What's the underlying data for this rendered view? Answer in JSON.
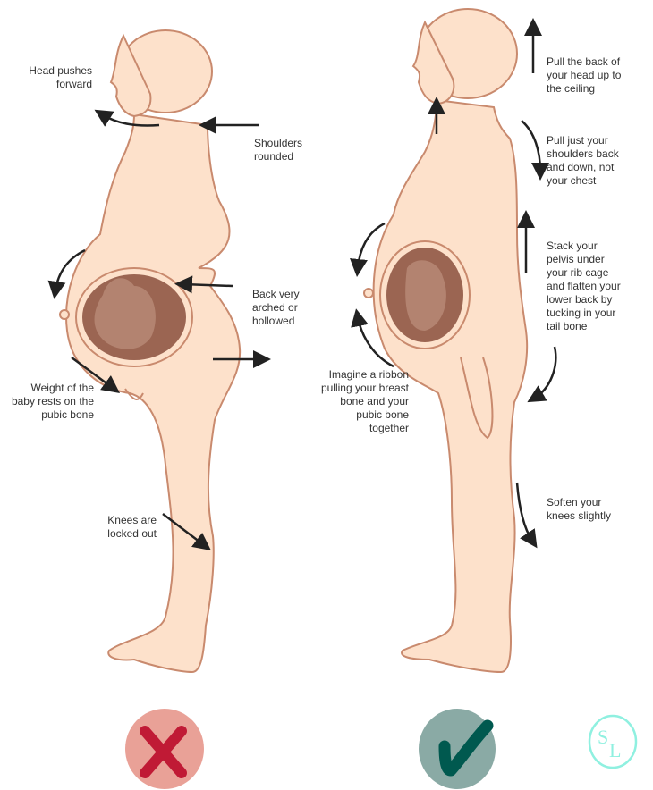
{
  "colors": {
    "skin": "#fde1cb",
    "outline": "#c98a6e",
    "baby": "#9b6552",
    "arrow": "#222222",
    "wrong_bg": "#e9a197",
    "wrong_mark": "#c01a35",
    "right_bg": "#8aaaa5",
    "right_mark": "#00594f",
    "logo": "#8ff0e0"
  },
  "bad_posture": {
    "labels": [
      "Head pushes\nforward",
      "Shoulders\nrounded",
      "Back very\narched or\nhollowed",
      "Weight of the\nbaby rests on the\npubic bone",
      "Knees are\nlocked out"
    ],
    "verdict_icon": "x-mark-icon"
  },
  "good_posture": {
    "labels": [
      "Pull the back of\nyour head up to\nthe ceiling",
      "Pull just your\nshoulders back\nand down, not\nyour chest",
      "Stack your\npelvis under\nyour rib cage\nand flatten your\nlower back by\ntucking in your\ntail bone",
      "Imagine a ribbon\npulling your breast\nbone and your\npubic bone\ntogether",
      "Soften your\nknees slightly"
    ],
    "verdict_icon": "check-mark-icon"
  },
  "logo": {
    "text": "SL"
  }
}
